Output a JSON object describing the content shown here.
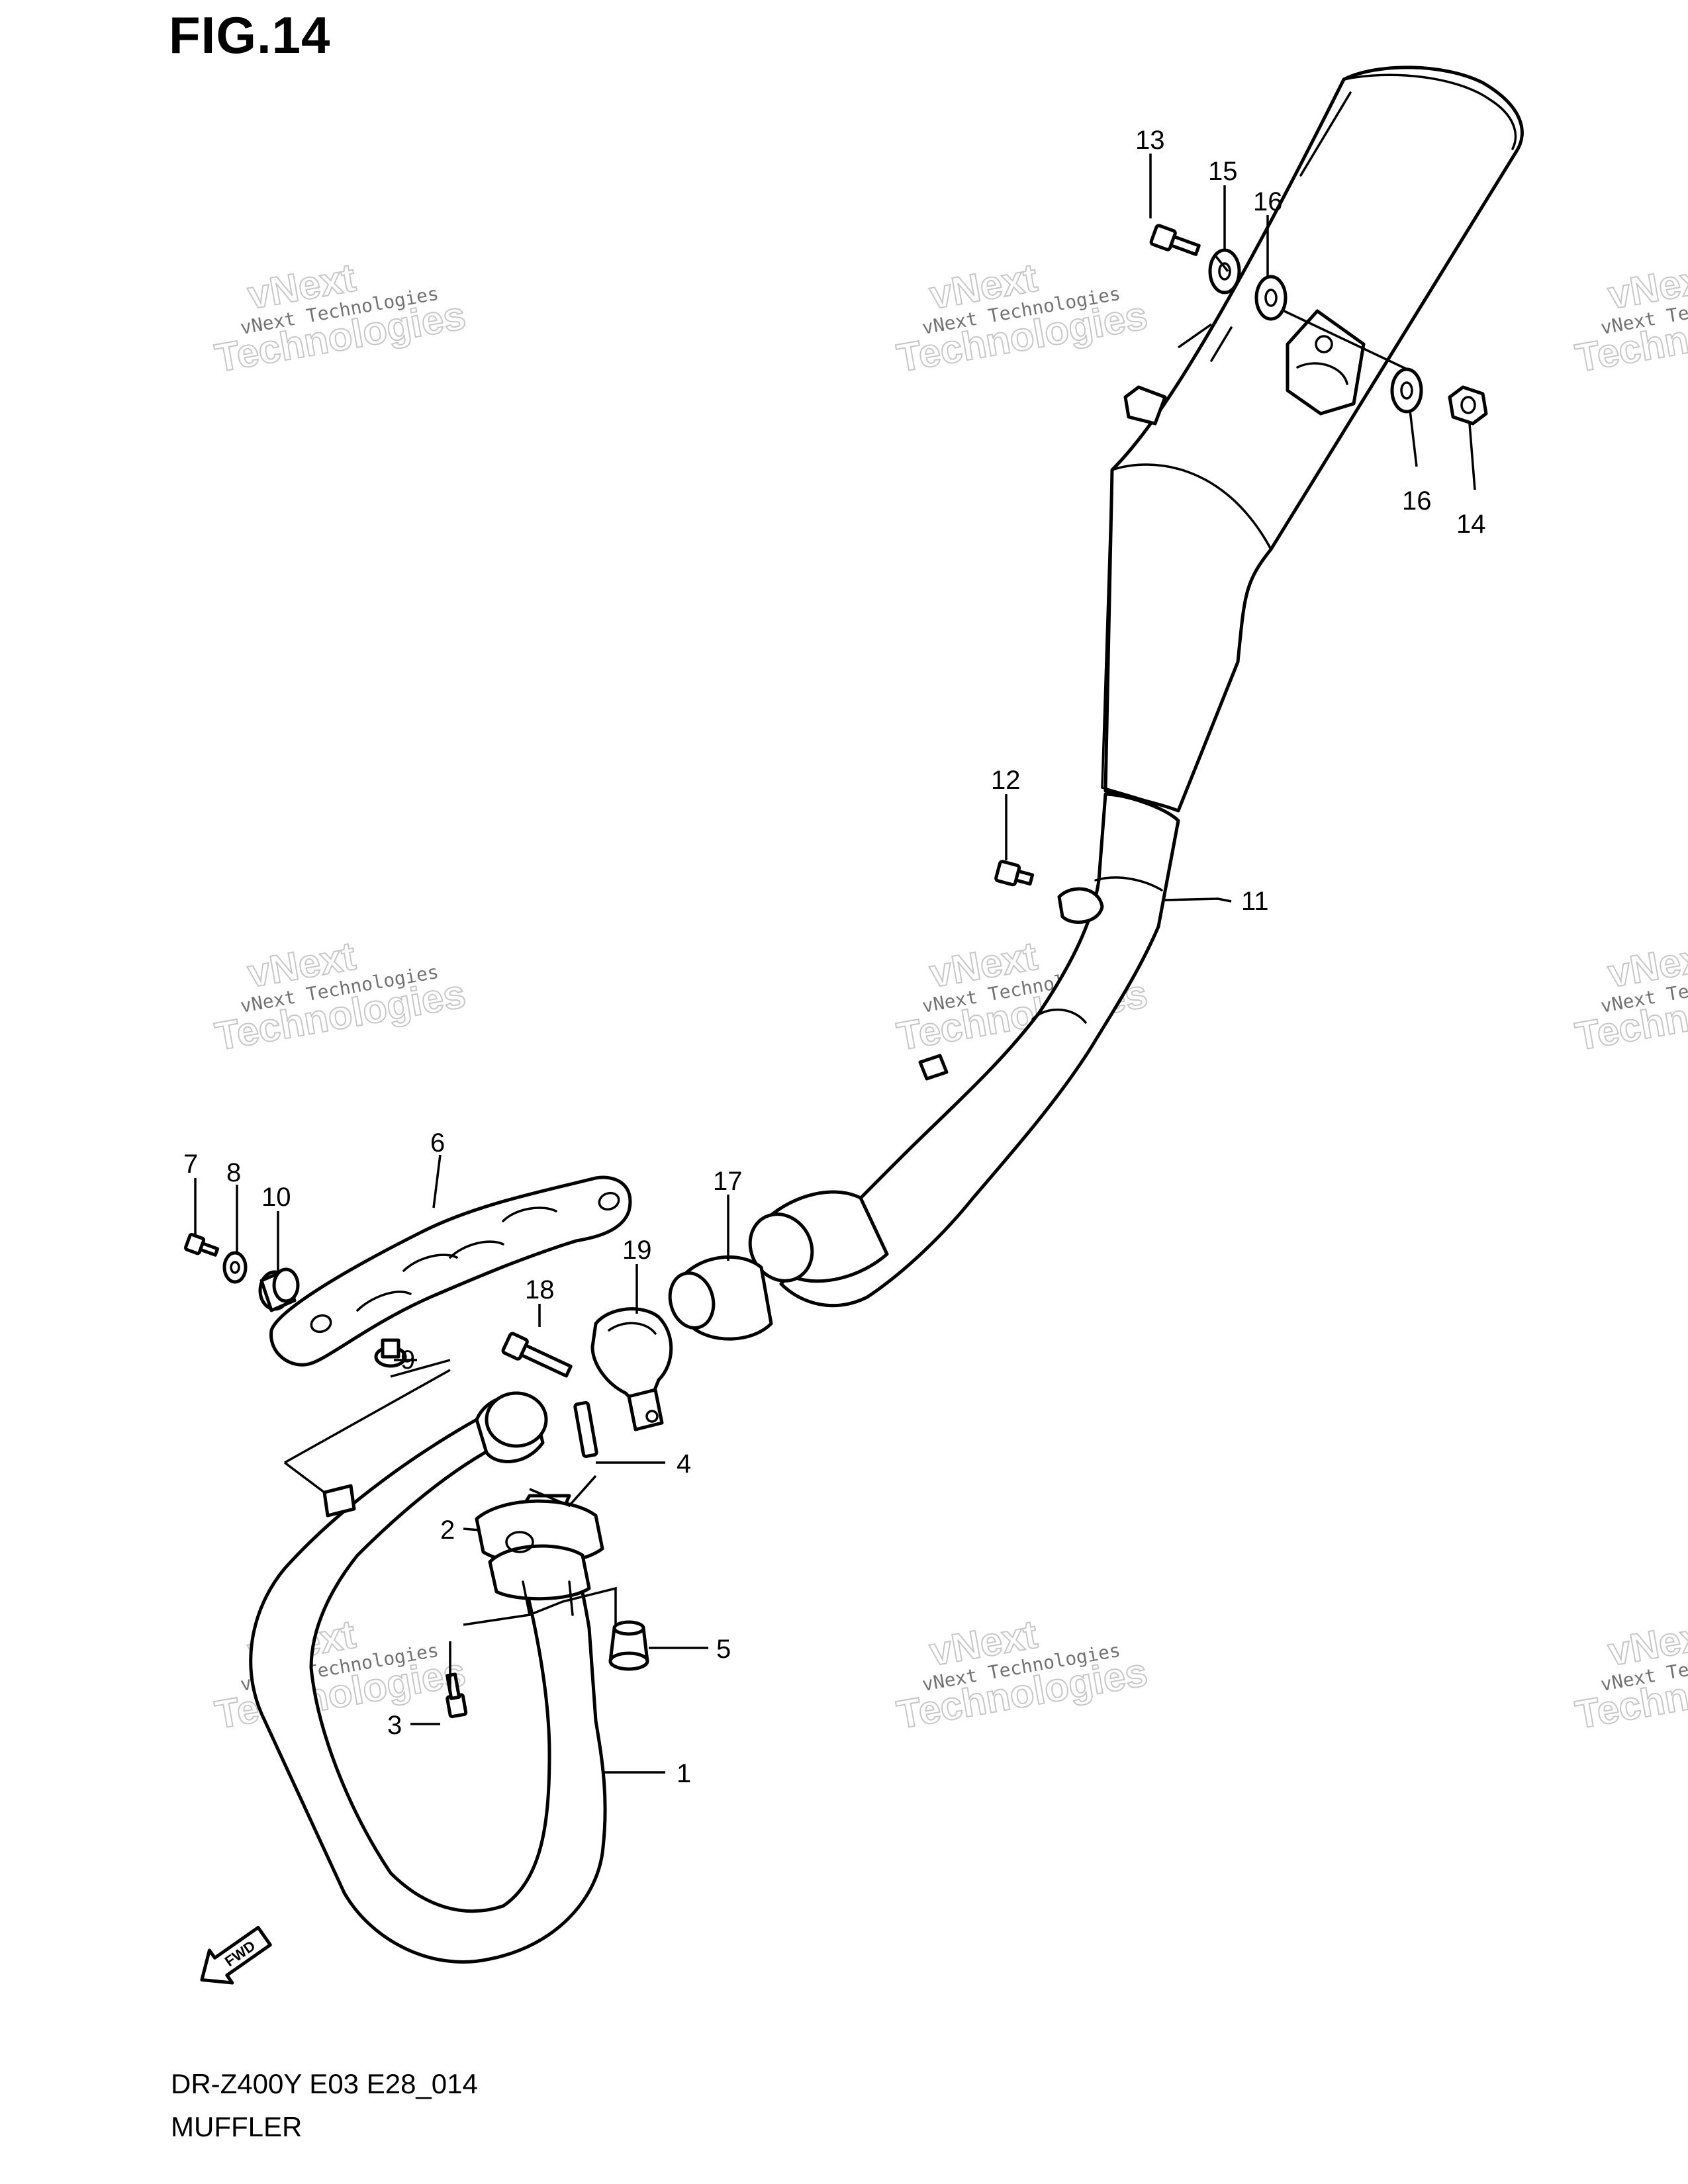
{
  "figure": {
    "title": "FIG.14",
    "model_code": "DR-Z400Y E03 E28_014",
    "section": "MUFFLER"
  },
  "callouts": [
    "1",
    "2",
    "3",
    "4",
    "5",
    "6",
    "7",
    "8",
    "9",
    "10",
    "11",
    "12",
    "13",
    "14",
    "15",
    "16",
    "16",
    "17",
    "18",
    "19"
  ],
  "watermark": {
    "line1": "vNext Technologies",
    "line2": "vNext",
    "line3": "Technologies"
  },
  "fwd_label": "FWD"
}
